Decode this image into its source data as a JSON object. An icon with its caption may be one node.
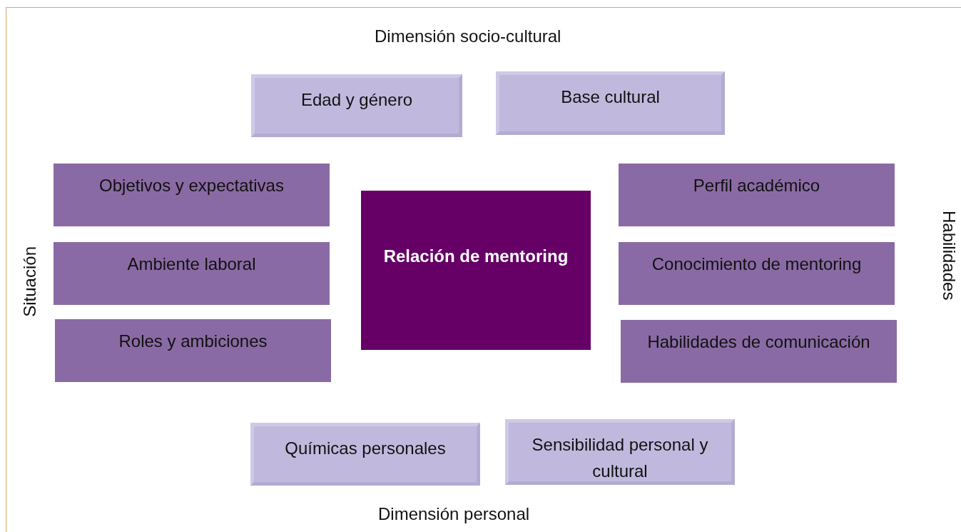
{
  "diagram": {
    "nodes": [
      {
        "text": [
          "Edad y género"
        ]
      },
      {
        "text": [
          "Base cultural"
        ]
      },
      {
        "text": [
          "Objetivos y expectativas"
        ]
      },
      {
        "text": [
          "Ambiente laboral"
        ]
      },
      {
        "text": [
          "Roles y ambiciones"
        ]
      },
      {
        "text": [
          "Relación de mentoring"
        ]
      },
      {
        "text": [
          "Perfil académico"
        ]
      },
      {
        "text": [
          "Conocimiento de mentoring"
        ]
      },
      {
        "text": [
          "Habilidades de comunicación"
        ]
      },
      {
        "text": [
          "Químicas personales"
        ]
      },
      {
        "text": [
          "Sensibilidad personal y cultural"
        ]
      }
    ],
    "edges": [],
    "labels": [
      "Dimensión socio-cultural",
      "Situación",
      "Habilidades",
      "Dimensión personal"
    ]
  }
}
